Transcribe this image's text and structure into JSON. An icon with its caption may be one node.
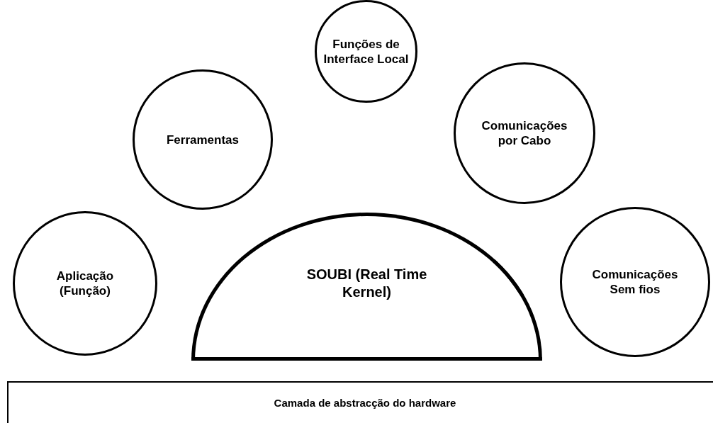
{
  "diagram": {
    "nodes": [
      {
        "text": [
          "Funções de Interface Local"
        ]
      },
      {
        "text": [
          "Ferramentas"
        ]
      },
      {
        "text": [
          "Comunicações por Cabo"
        ]
      },
      {
        "text": [
          "Aplicação (Função)"
        ]
      },
      {
        "text": [
          "SOUBI (Real Time Kernel)"
        ]
      },
      {
        "text": [
          "Comunicações Sem fios"
        ]
      },
      {
        "text": [
          "Camada de abstracção do hardware"
        ]
      }
    ],
    "edges": []
  }
}
